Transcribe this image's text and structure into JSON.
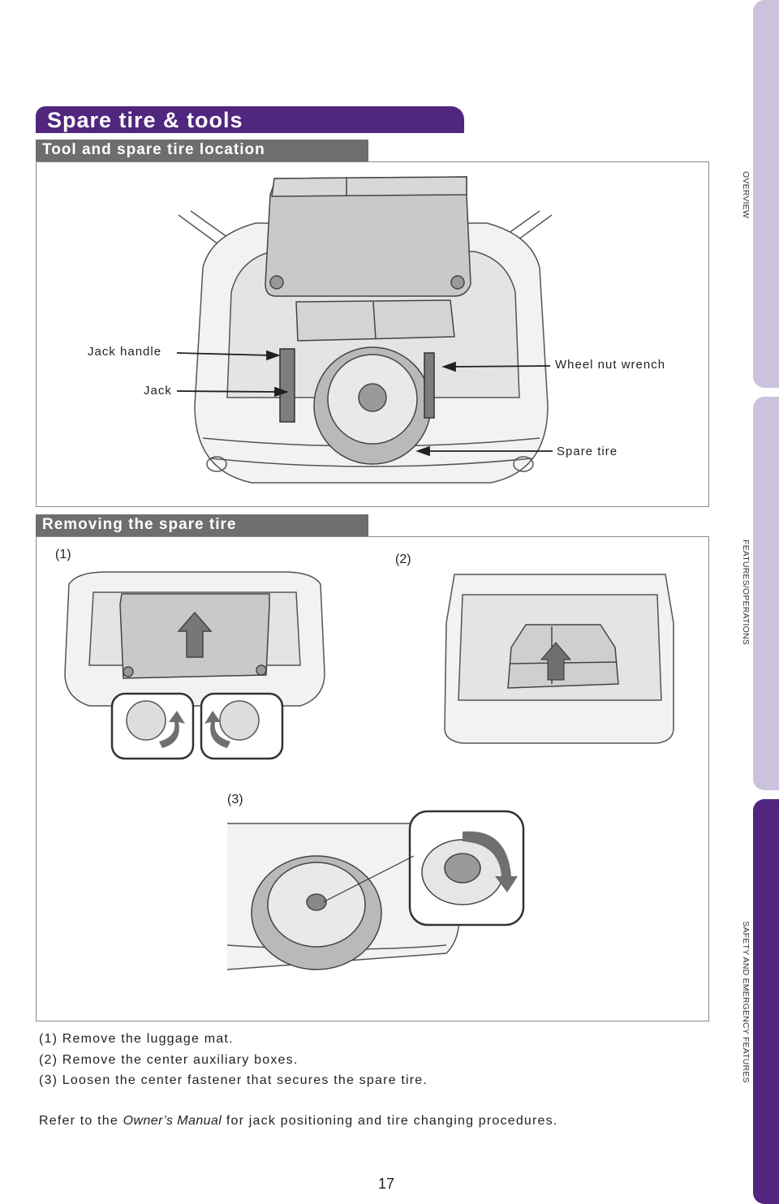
{
  "side_tabs": {
    "overview": "OVERVIEW",
    "features": "FEATURES/OPERATIONS",
    "safety": "SAFETY AND EMERGENCY FEATURES"
  },
  "section_title": "Spare tire & tools",
  "location": {
    "heading": "Tool and spare tire location",
    "callouts": {
      "jack_handle": "Jack handle",
      "jack": "Jack",
      "wheel_nut_wrench": "Wheel nut wrench",
      "spare_tire": "Spare tire"
    }
  },
  "removing": {
    "heading": "Removing the spare tire",
    "step_labels": [
      "(1)",
      "(2)",
      "(3)"
    ]
  },
  "instructions": [
    "(1) Remove the luggage mat.",
    "(2) Remove the center auxiliary boxes.",
    "(3) Loosen the center fastener that secures the spare tire."
  ],
  "note": {
    "prefix": "Refer to the",
    "manual": "Owner’s Manual",
    "suffix": "for jack positioning and tire changing procedures."
  },
  "page_number": "17",
  "colors": {
    "brand_purple": "#51267f",
    "tab_lavender": "#cbc2dd",
    "subheading_gray": "#6e6e70"
  }
}
